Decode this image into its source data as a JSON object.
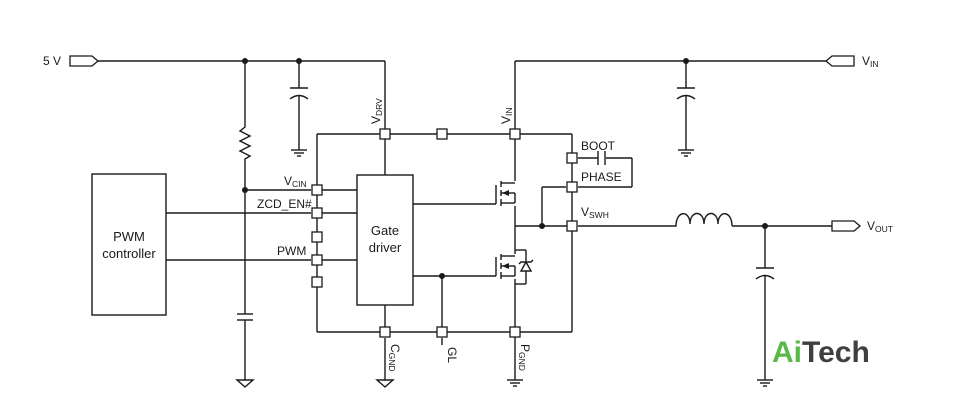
{
  "labels": {
    "supply_5v": "5 V",
    "vin_main": "V",
    "vin_main_sub": "IN",
    "vdrv": "V",
    "vdrv_sub": "DRV",
    "vin_pin": "V",
    "vin_pin_sub": "IN",
    "boot": "BOOT",
    "phase": "PHASE",
    "vswh": "V",
    "vswh_sub": "SWH",
    "vout": "V",
    "vout_sub": "OUT",
    "vcin": "V",
    "vcin_sub": "CIN",
    "zcd_en": "ZCD_EN#",
    "pwm_pin": "PWM",
    "cgnd": "C",
    "cgnd_sub": "GND",
    "gl": "GL",
    "pgnd": "P",
    "pgnd_sub": "GND",
    "pwm_controller_line1": "PWM",
    "pwm_controller_line2": "controller",
    "gate_driver_line1": "Gate",
    "gate_driver_line2": "driver"
  },
  "logo": {
    "part1": "Ai",
    "part2": "Tech",
    "color1": "#59b947",
    "color2": "#3f3f3f"
  }
}
